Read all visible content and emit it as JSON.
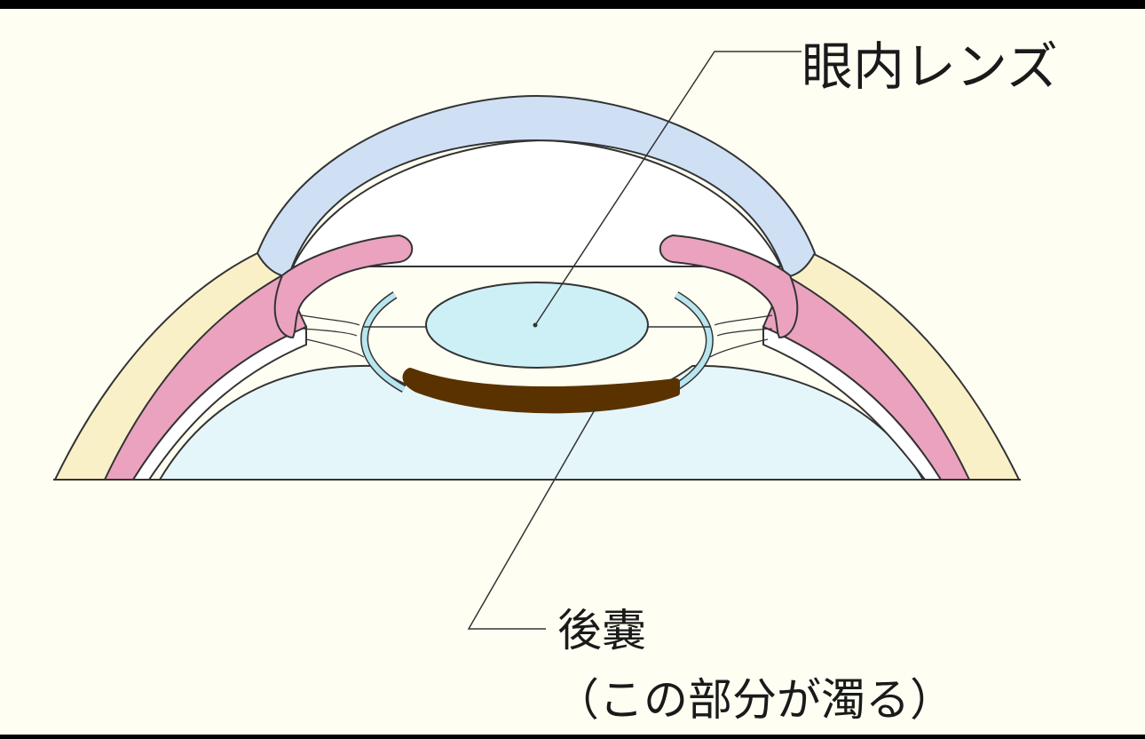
{
  "labels": {
    "intraocular_lens": "眼内レンズ",
    "posterior_capsule": "後嚢",
    "note": "（この部分が濁る）"
  },
  "colors": {
    "background": "#fffef3",
    "cornea": "#cfe0f5",
    "sclera": "#faf0c8",
    "iris_ciliary": "#eaa2bf",
    "lens": "#cdf0f6",
    "vitreous": "#e5f6fb",
    "opacity": "#5a3200",
    "outline": "#333333"
  }
}
